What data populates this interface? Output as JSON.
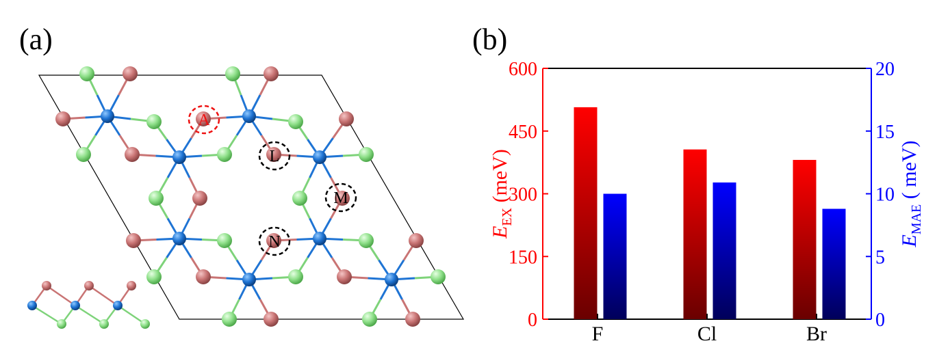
{
  "panel_a": {
    "label": "(a)",
    "site_labels": [
      {
        "text": "A",
        "color": "#ee1111"
      },
      {
        "text": "L",
        "color": "#000000"
      },
      {
        "text": "M",
        "color": "#000000"
      },
      {
        "text": "N",
        "color": "#000000"
      }
    ],
    "colors": {
      "metal": "#1f74d4",
      "green_atom": "#8fe08a",
      "red_atom": "#c97474",
      "cell_line": "#000000"
    }
  },
  "panel_b": {
    "label": "(b)"
  },
  "chart_data": {
    "type": "bar",
    "categories": [
      "F",
      "Cl",
      "Br"
    ],
    "series": [
      {
        "axis": "left",
        "color": "#ff0000",
        "values": [
          507,
          406,
          381
        ]
      },
      {
        "axis": "right",
        "color": "#0000ff",
        "values": [
          10.0,
          10.9,
          8.8
        ]
      }
    ],
    "left_axis": {
      "label_main": "E",
      "label_sub": "EX",
      "label_unit": " (meV)",
      "ylim": [
        0,
        600
      ],
      "ticks": [
        "0",
        "150",
        "300",
        "450",
        "600"
      ],
      "color": "#ff0000"
    },
    "right_axis": {
      "label_main": "E",
      "label_sub": "MAE",
      "label_unit": " ( meV)",
      "ylim": [
        0,
        20
      ],
      "ticks": [
        "0",
        "5",
        "10",
        "15",
        "20"
      ],
      "color": "#0000ff"
    },
    "grid": false
  }
}
